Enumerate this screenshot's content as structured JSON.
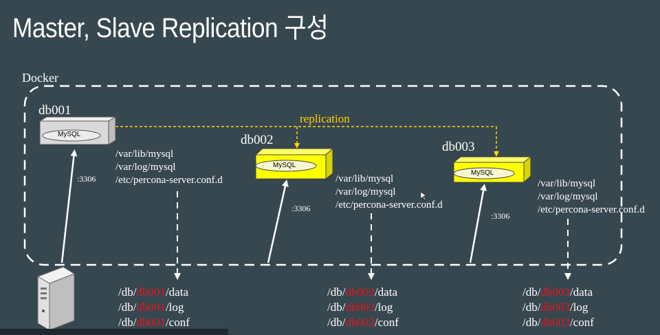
{
  "title": "Master, Slave Replication 구성",
  "docker_label": "Docker",
  "replication_label": "replication",
  "colors": {
    "background": "#37474f",
    "replication": "#ffd400",
    "highlight": "#e8141a",
    "master_box": "#d9d9d9",
    "slave_box": "#ffff00"
  },
  "nodes": [
    {
      "name": "db001",
      "engine": "MySQL",
      "port": ":3306",
      "paths": [
        "/var/lib/mysql",
        "/var/log/mysql",
        "/etc/percona-server.conf.d"
      ],
      "volumes": [
        {
          "prefix": "/db/",
          "host": "db001",
          "suffix": "/data"
        },
        {
          "prefix": "/db/",
          "host": "db001",
          "suffix": "/log"
        },
        {
          "prefix": "/db/",
          "host": "db001",
          "suffix": "/conf"
        }
      ]
    },
    {
      "name": "db002",
      "engine": "MySQL",
      "port": ":3306",
      "paths": [
        "/var/lib/mysql",
        "/var/log/mysql",
        "/etc/percona-server.conf.d"
      ],
      "volumes": [
        {
          "prefix": "/db/",
          "host": "db002",
          "suffix": "/data"
        },
        {
          "prefix": "/db/",
          "host": "db002",
          "suffix": "/log"
        },
        {
          "prefix": "/db/",
          "host": "db002",
          "suffix": "/conf"
        }
      ]
    },
    {
      "name": "db003",
      "engine": "MySQL",
      "port": ":3306",
      "paths": [
        "/var/lib/mysql",
        "/var/log/mysql",
        "/etc/percona-server.conf.d"
      ],
      "volumes": [
        {
          "prefix": "/db/",
          "host": "db003",
          "suffix": "/data"
        },
        {
          "prefix": "/db/",
          "host": "db003",
          "suffix": "/log"
        },
        {
          "prefix": "/db/",
          "host": "db003",
          "suffix": "/conf"
        }
      ]
    }
  ],
  "icons": {
    "server": "server-tower-icon",
    "cursor": "mouse-cursor-icon"
  }
}
